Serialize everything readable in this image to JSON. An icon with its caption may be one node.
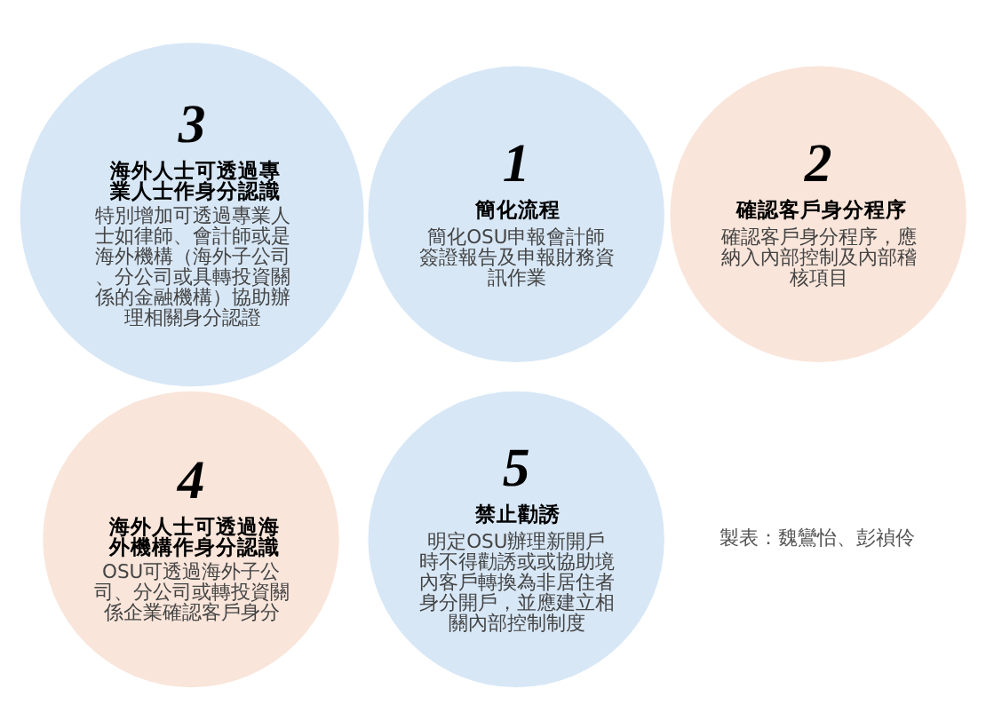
{
  "diagram": {
    "nodes": [
      {
        "text": [
          "1",
          "簡化流程",
          "簡化OSU申報會計師簽證報告及申報財務資訊作業"
        ]
      },
      {
        "text": [
          "2",
          "確認客戶身分程序",
          "確認客戶身分程序，應納入內部控制及內部稽核項目"
        ]
      },
      {
        "text": [
          "3",
          "海外人士可透過專業人士作身分認識",
          "特別增加可透過專業人士如律師、會計師或是海外機構（海外子公司、分公司或具轉投資關係的金融機構）協助辦理相關身分認證"
        ]
      },
      {
        "text": [
          "4",
          "海外人士可透過海外機構作身分認識",
          "OSU可透過海外子公司、分公司或轉投資關係企業確認客戶身分"
        ]
      },
      {
        "text": [
          "5",
          "禁止勸誘",
          "明定OSU辦理新開戶時不得勸誘或或協助境內客戶轉換為非居住者身分開戶，並應建立相關內部控制制度"
        ]
      }
    ],
    "labels": [
      "製表：魏鸞怡、彭禎伶"
    ]
  }
}
